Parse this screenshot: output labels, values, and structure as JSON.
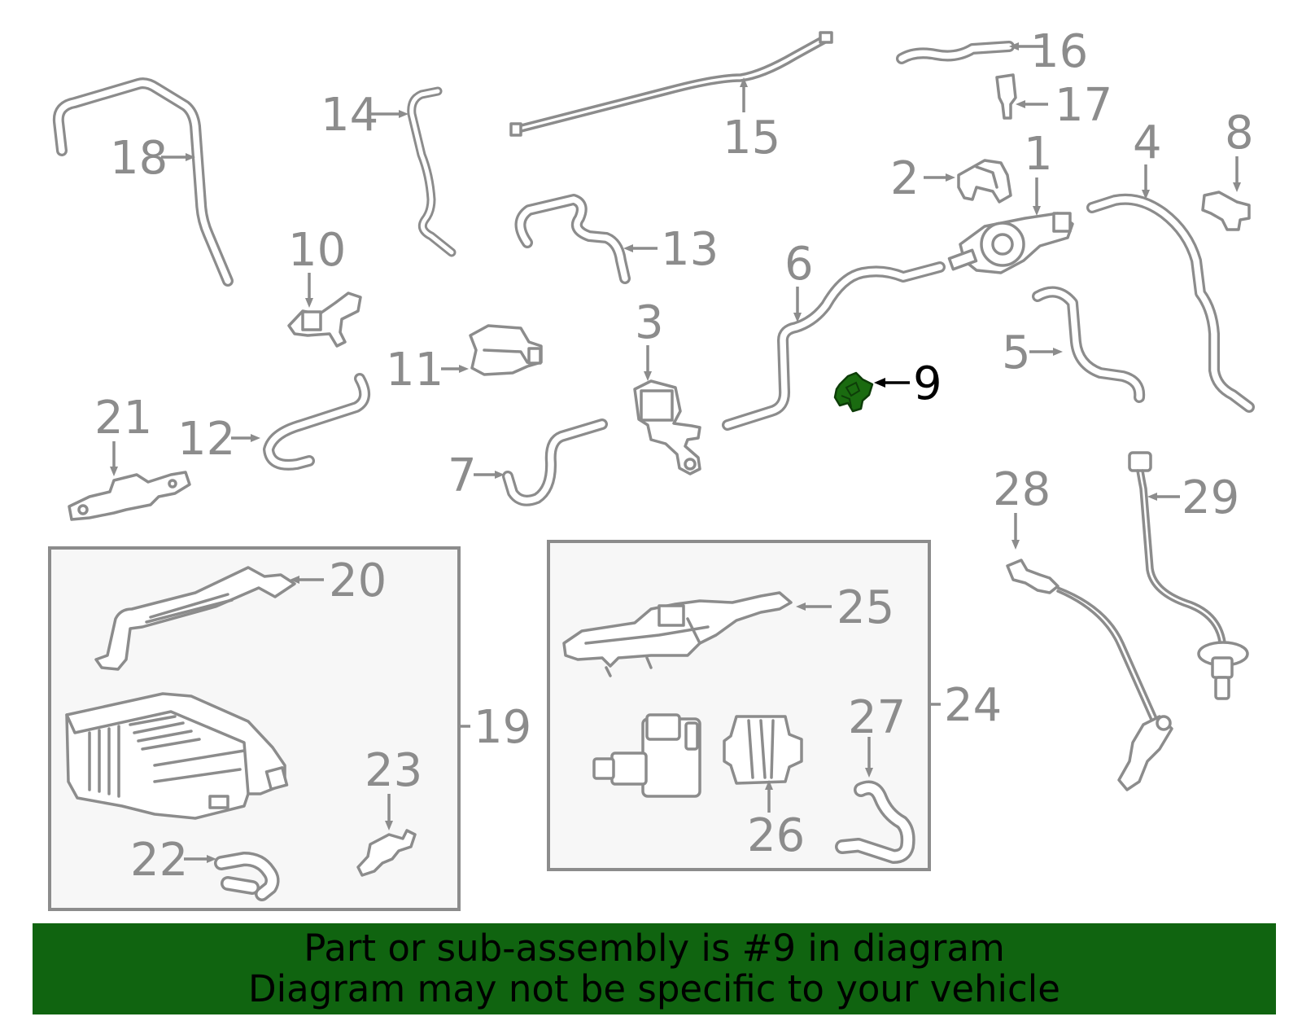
{
  "diagram": {
    "highlighted_part": "9",
    "callouts": [
      "1",
      "2",
      "3",
      "4",
      "5",
      "6",
      "7",
      "8",
      "9",
      "10",
      "11",
      "12",
      "13",
      "14",
      "15",
      "16",
      "17",
      "18",
      "19",
      "20",
      "21",
      "22",
      "23",
      "24",
      "25",
      "26",
      "27",
      "28",
      "29"
    ],
    "colors": {
      "line": "#8c8c8c",
      "highlight_part": "#1a6b10",
      "highlight_callout": "#000000",
      "banner": "#106410"
    }
  },
  "banner": {
    "line1": "Part or sub-assembly is #9 in diagram",
    "line2": "Diagram may not be specific to your vehicle"
  }
}
